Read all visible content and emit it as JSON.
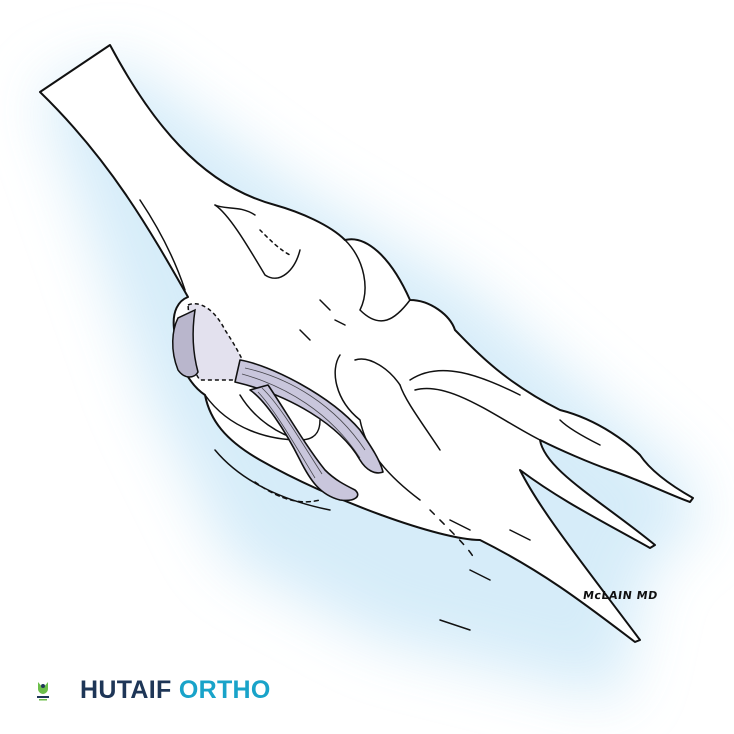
{
  "image": {
    "subject": "Elbow joint illustration with ligament graft reconstruction",
    "background_glow_color": "#cfe9f8",
    "graft_color": "#c9c6dc",
    "line_color": "#111111"
  },
  "signature": {
    "text": "McLAIN MD"
  },
  "brand": {
    "logo_label": "HUTAIF",
    "word1": "HUTAIF",
    "word2": "ORTHO",
    "color1": "#1e3657",
    "color2": "#19a3c9"
  }
}
